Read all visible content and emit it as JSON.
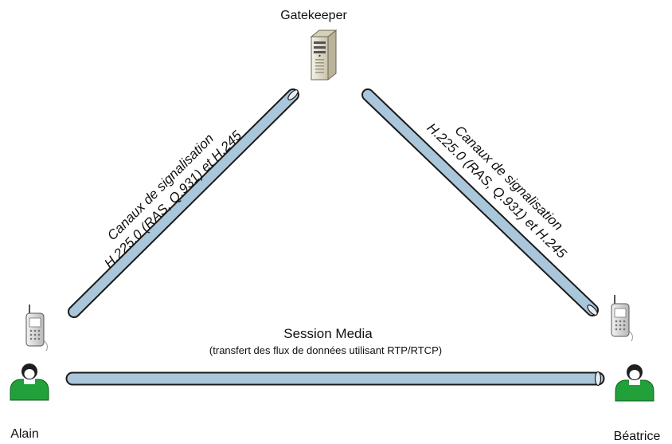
{
  "nodes": {
    "gatekeeper": {
      "label": "Gatekeeper",
      "icon": "server-tower-icon"
    },
    "alain": {
      "label": "Alain",
      "icons": [
        "mobile-phone-icon",
        "person-icon"
      ]
    },
    "beatrice": {
      "label": "Béatrice",
      "icons": [
        "mobile-phone-icon",
        "person-icon"
      ]
    }
  },
  "links": {
    "left_signaling": {
      "line1": "Canaux de signalisation",
      "line2": "H.225.0 (RAS, Q.931) et H.245"
    },
    "right_signaling": {
      "line1": "Canaux de signalisation",
      "line2": "H.225.0 (RAS, Q.931) et H.245"
    },
    "media": {
      "title": "Session Media",
      "subtitle": "(transfert des flux de données utilisant RTP/RTCP)"
    }
  },
  "colors": {
    "pipe_fill": "#a9c6da",
    "pipe_outline": "#1a1a1a",
    "person_body": "#22a03a",
    "person_head": "#1e1e1e",
    "server_body": "#e8e3d4"
  }
}
